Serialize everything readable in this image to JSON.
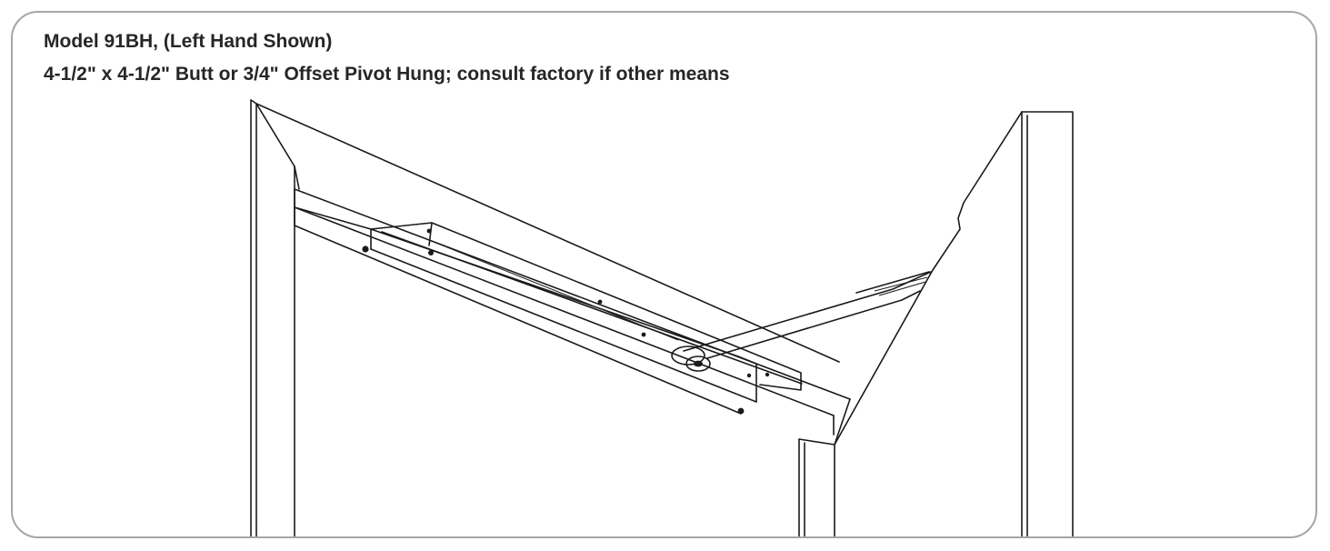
{
  "figure": {
    "title": "Model 91BH, (Left Hand Shown)",
    "subtitle": "4-1/2\" x 4-1/2\" Butt or 3/4\" Offset Pivot Hung; consult factory if other means"
  },
  "colors": {
    "border": "#a6a6a6",
    "text": "#262626",
    "line": "#1a1a1a",
    "background": "#ffffff"
  },
  "illustration": "door-closer-installation-line-drawing"
}
